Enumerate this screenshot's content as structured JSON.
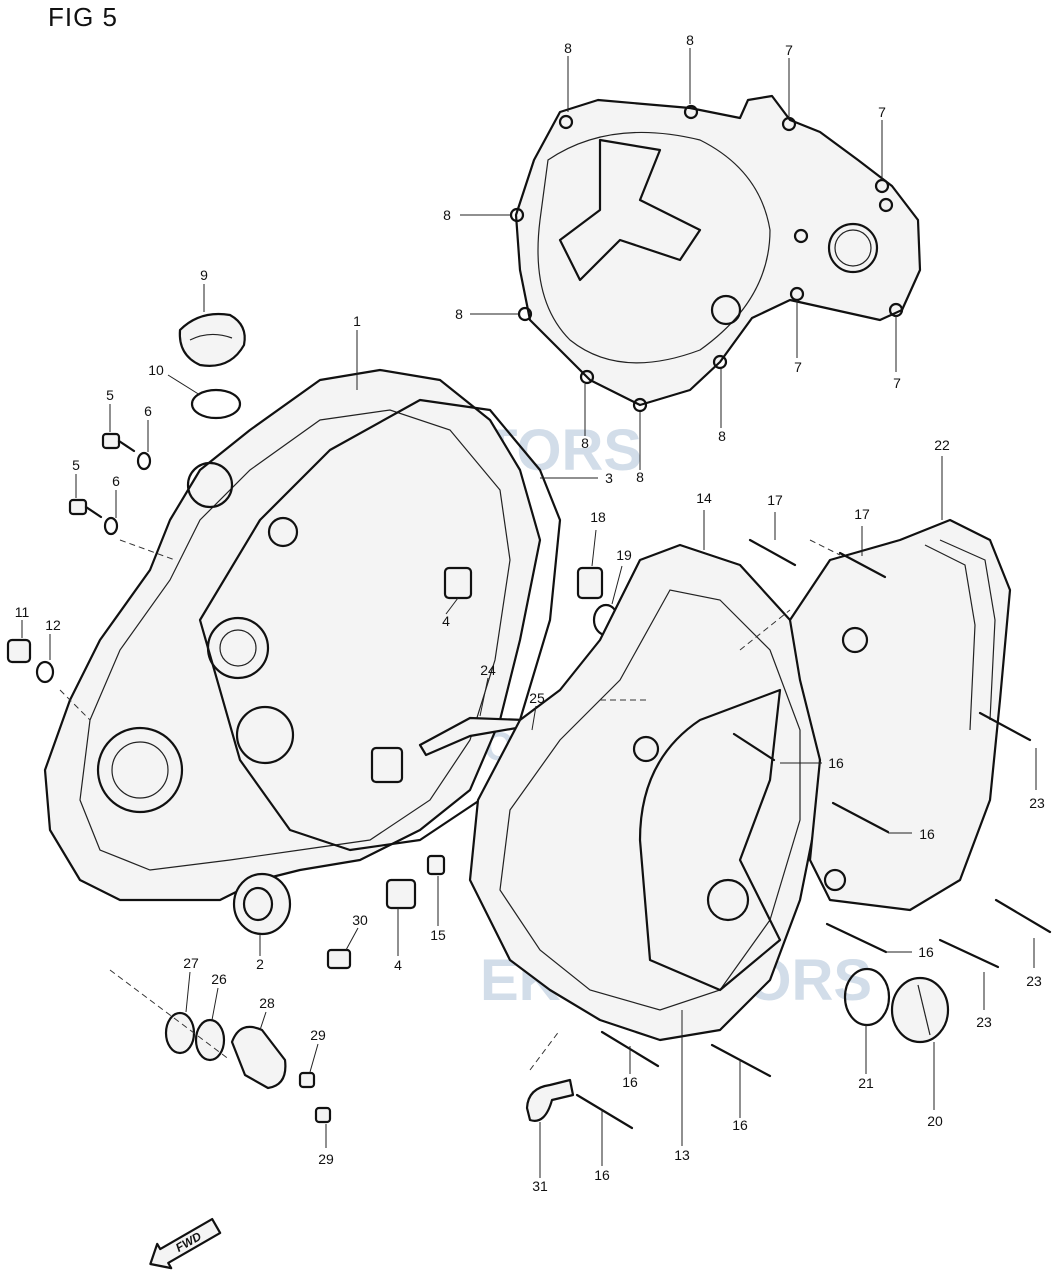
{
  "figure": {
    "title": "FIG 5"
  },
  "watermark": {
    "text": "EKR MOTORS"
  },
  "direction_marker": {
    "text": "FWD"
  },
  "callouts": {
    "c1": "1",
    "c2": "2",
    "c3": "3",
    "c4a": "4",
    "c4b": "4",
    "c5a": "5",
    "c5b": "5",
    "c6a": "6",
    "c6b": "6",
    "c7a": "7",
    "c7b": "7",
    "c7c": "7",
    "c7d": "7",
    "c8a": "8",
    "c8b": "8",
    "c8c": "8",
    "c8d": "8",
    "c8e": "8",
    "c8f": "8",
    "c9": "9",
    "c10": "10",
    "c11": "11",
    "c12": "12",
    "c13": "13",
    "c14": "14",
    "c15": "15",
    "c16a": "16",
    "c16b": "16",
    "c16c": "16",
    "c16d": "16",
    "c16e": "16",
    "c16f": "16",
    "c17a": "17",
    "c17b": "17",
    "c18": "18",
    "c19": "19",
    "c20": "20",
    "c21": "21",
    "c22": "22",
    "c23a": "23",
    "c23b": "23",
    "c23c": "23",
    "c24": "24",
    "c25": "25",
    "c26": "26",
    "c27": "27",
    "c28": "28",
    "c29a": "29",
    "c29b": "29",
    "c30": "30",
    "c31": "31"
  }
}
